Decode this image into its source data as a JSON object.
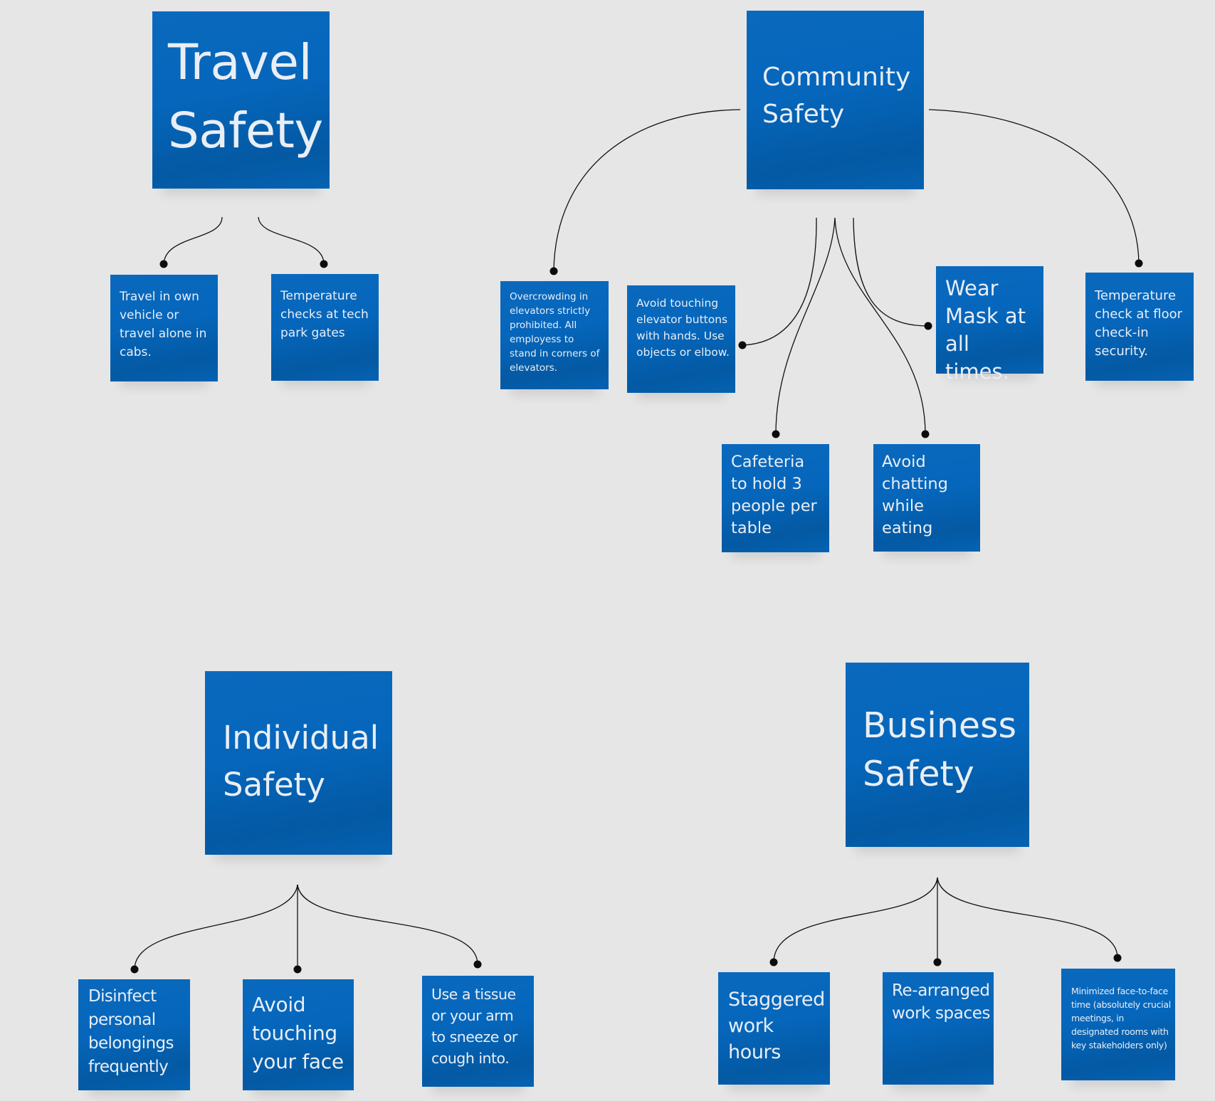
{
  "board": {
    "background": "#e6e6e6",
    "note_color": "#0566bb",
    "note_text_color": "#e9eef5",
    "connector_color": "#111111"
  },
  "groups": {
    "travel": {
      "title": "Travel Safety",
      "items": [
        "Travel in own vehicle or travel alone in cabs.",
        "Temperature checks at tech park gates"
      ]
    },
    "community": {
      "title": "Community Safety",
      "items": [
        "Overcrowding in elevators strictly prohibited. All employess to stand in corners of elevators.",
        "Avoid touching elevator buttons with hands. Use objects or elbow.",
        "Wear Mask at all times.",
        "Temperature check at floor check-in security.",
        "Cafeteria to hold 3 people per table",
        "Avoid chatting while eating"
      ]
    },
    "individual": {
      "title": "Individual Safety",
      "items": [
        "Disinfect personal belongings frequently",
        "Avoid touching your face",
        "Use a tissue or your arm to sneeze or cough into."
      ]
    },
    "business": {
      "title": "Business Safety",
      "items": [
        "Staggered work hours",
        "Re-arranged work spaces",
        "Minimized face-to-face time (absolutely crucial meetings, in designated rooms with key stakeholders only)"
      ]
    }
  }
}
